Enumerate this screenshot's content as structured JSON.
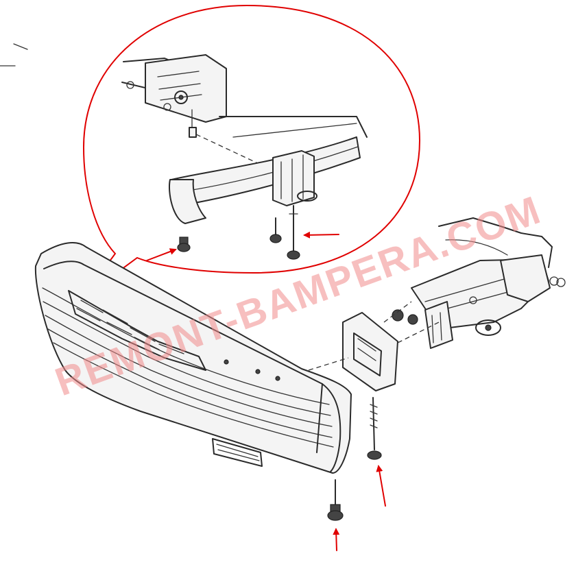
{
  "watermark": {
    "text": "REMONT-BAMPERA.COM",
    "color": "#f08a8a"
  },
  "colors": {
    "callout": "#e00000",
    "line_art": "#2a2a2a"
  },
  "callouts": [
    {
      "name": "detail-bolt-arrow",
      "icon": "red-arrow-icon"
    },
    {
      "name": "detail-nut-arrow",
      "icon": "red-arrow-icon"
    },
    {
      "name": "main-bolt-arrow",
      "icon": "red-arrow-icon"
    },
    {
      "name": "main-nut-arrow",
      "icon": "red-arrow-icon"
    }
  ]
}
